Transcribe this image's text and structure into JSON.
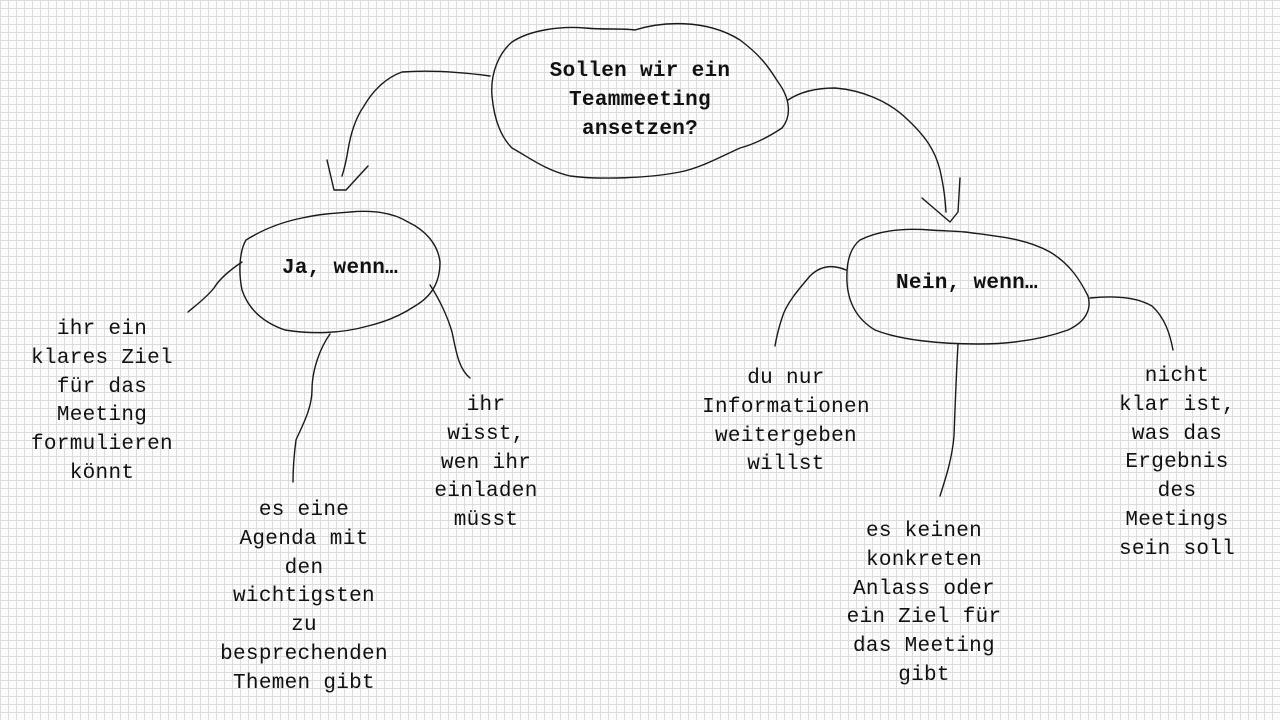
{
  "diagram": {
    "root": {
      "text": "Sollen wir ein\nTeammeeting\nansetzen?"
    },
    "yes_branch": {
      "title": "Ja, wenn…",
      "items": [
        "ihr ein\nklares Ziel\nfür das\nMeeting\nformulieren\nkönnt",
        "es eine\nAgenda mit\nden\nwichtigsten\nzu\nbesprechenden\nThemen gibt",
        "ihr\nwisst,\nwen ihr\neinladen\nmüsst"
      ]
    },
    "no_branch": {
      "title": "Nein, wenn…",
      "items": [
        "du nur\nInformationen\nweitergeben\nwillst",
        "es keinen\nkonkreten\nAnlass oder\nein Ziel für\ndas Meeting\ngibt",
        "nicht\nklar ist,\nwas das\nErgebnis\ndes\nMeetings\nsein soll"
      ]
    },
    "colors": {
      "stroke": "#1a1a1a",
      "grid": "#dcdcdc",
      "background": "#fbfbfb"
    }
  }
}
